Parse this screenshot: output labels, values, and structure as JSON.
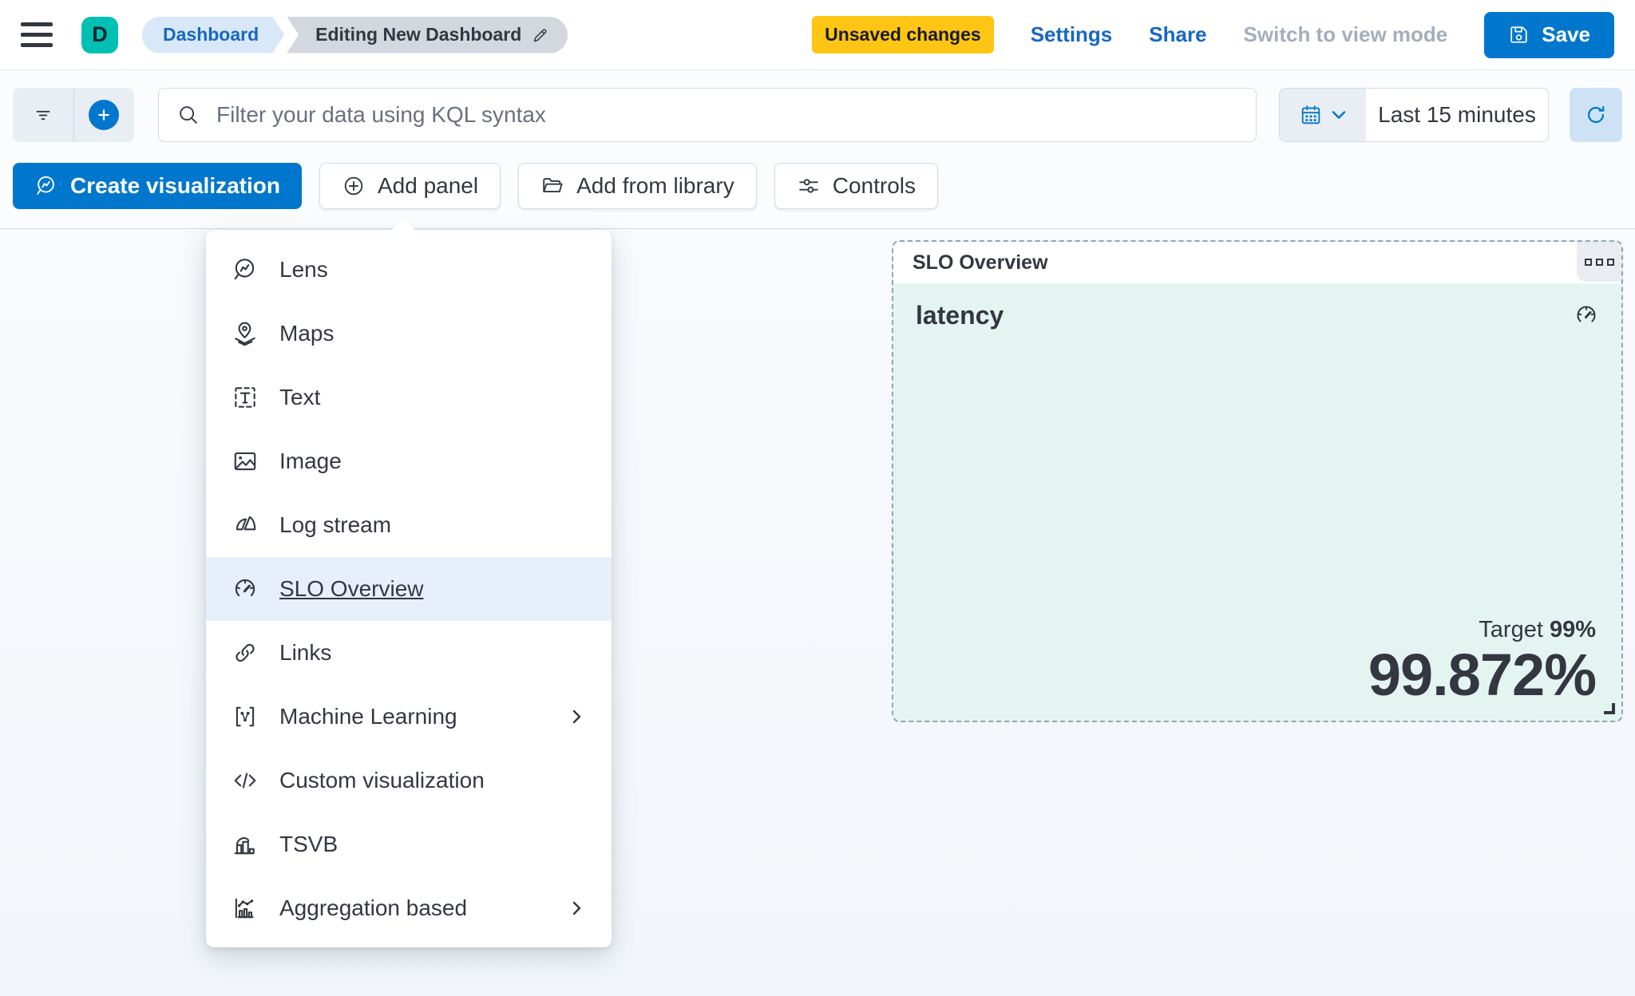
{
  "header": {
    "logo_letter": "D",
    "breadcrumbs": {
      "root": "Dashboard",
      "current": "Editing New Dashboard"
    },
    "unsaved_badge": "Unsaved changes",
    "settings_label": "Settings",
    "share_label": "Share",
    "view_mode_label": "Switch to view mode",
    "save_label": "Save"
  },
  "filter_bar": {
    "kql_placeholder": "Filter your data using KQL syntax",
    "time_range": "Last 15 minutes"
  },
  "toolbar": {
    "create_visualization_label": "Create visualization",
    "add_panel_label": "Add panel",
    "add_from_library_label": "Add from library",
    "controls_label": "Controls"
  },
  "menu": {
    "items": [
      {
        "label": "Lens",
        "icon": "lens-icon",
        "selected": false,
        "has_submenu": false
      },
      {
        "label": "Maps",
        "icon": "maps-icon",
        "selected": false,
        "has_submenu": false
      },
      {
        "label": "Text",
        "icon": "text-icon",
        "selected": false,
        "has_submenu": false
      },
      {
        "label": "Image",
        "icon": "image-icon",
        "selected": false,
        "has_submenu": false
      },
      {
        "label": "Log stream",
        "icon": "log-stream-icon",
        "selected": false,
        "has_submenu": false
      },
      {
        "label": "SLO Overview",
        "icon": "gauge-icon",
        "selected": true,
        "has_submenu": false
      },
      {
        "label": "Links",
        "icon": "link-icon",
        "selected": false,
        "has_submenu": false
      },
      {
        "label": "Machine Learning",
        "icon": "machine-learning-icon",
        "selected": false,
        "has_submenu": true
      },
      {
        "label": "Custom visualization",
        "icon": "code-icon",
        "selected": false,
        "has_submenu": false
      },
      {
        "label": "TSVB",
        "icon": "tsvb-icon",
        "selected": false,
        "has_submenu": false
      },
      {
        "label": "Aggregation based",
        "icon": "aggregation-icon",
        "selected": false,
        "has_submenu": true
      }
    ]
  },
  "slo_panel": {
    "title": "SLO Overview",
    "slo_name": "latency",
    "target_label": "Target",
    "target_value": "99%",
    "value": "99.872%"
  },
  "colors": {
    "primary": "#0077cc",
    "warning_badge": "#fec514",
    "logo_teal": "#00bfb3",
    "panel_body_bg": "#e4f5f1",
    "menu_highlight": "#e7f0fa",
    "link_blue": "#1767c4"
  }
}
